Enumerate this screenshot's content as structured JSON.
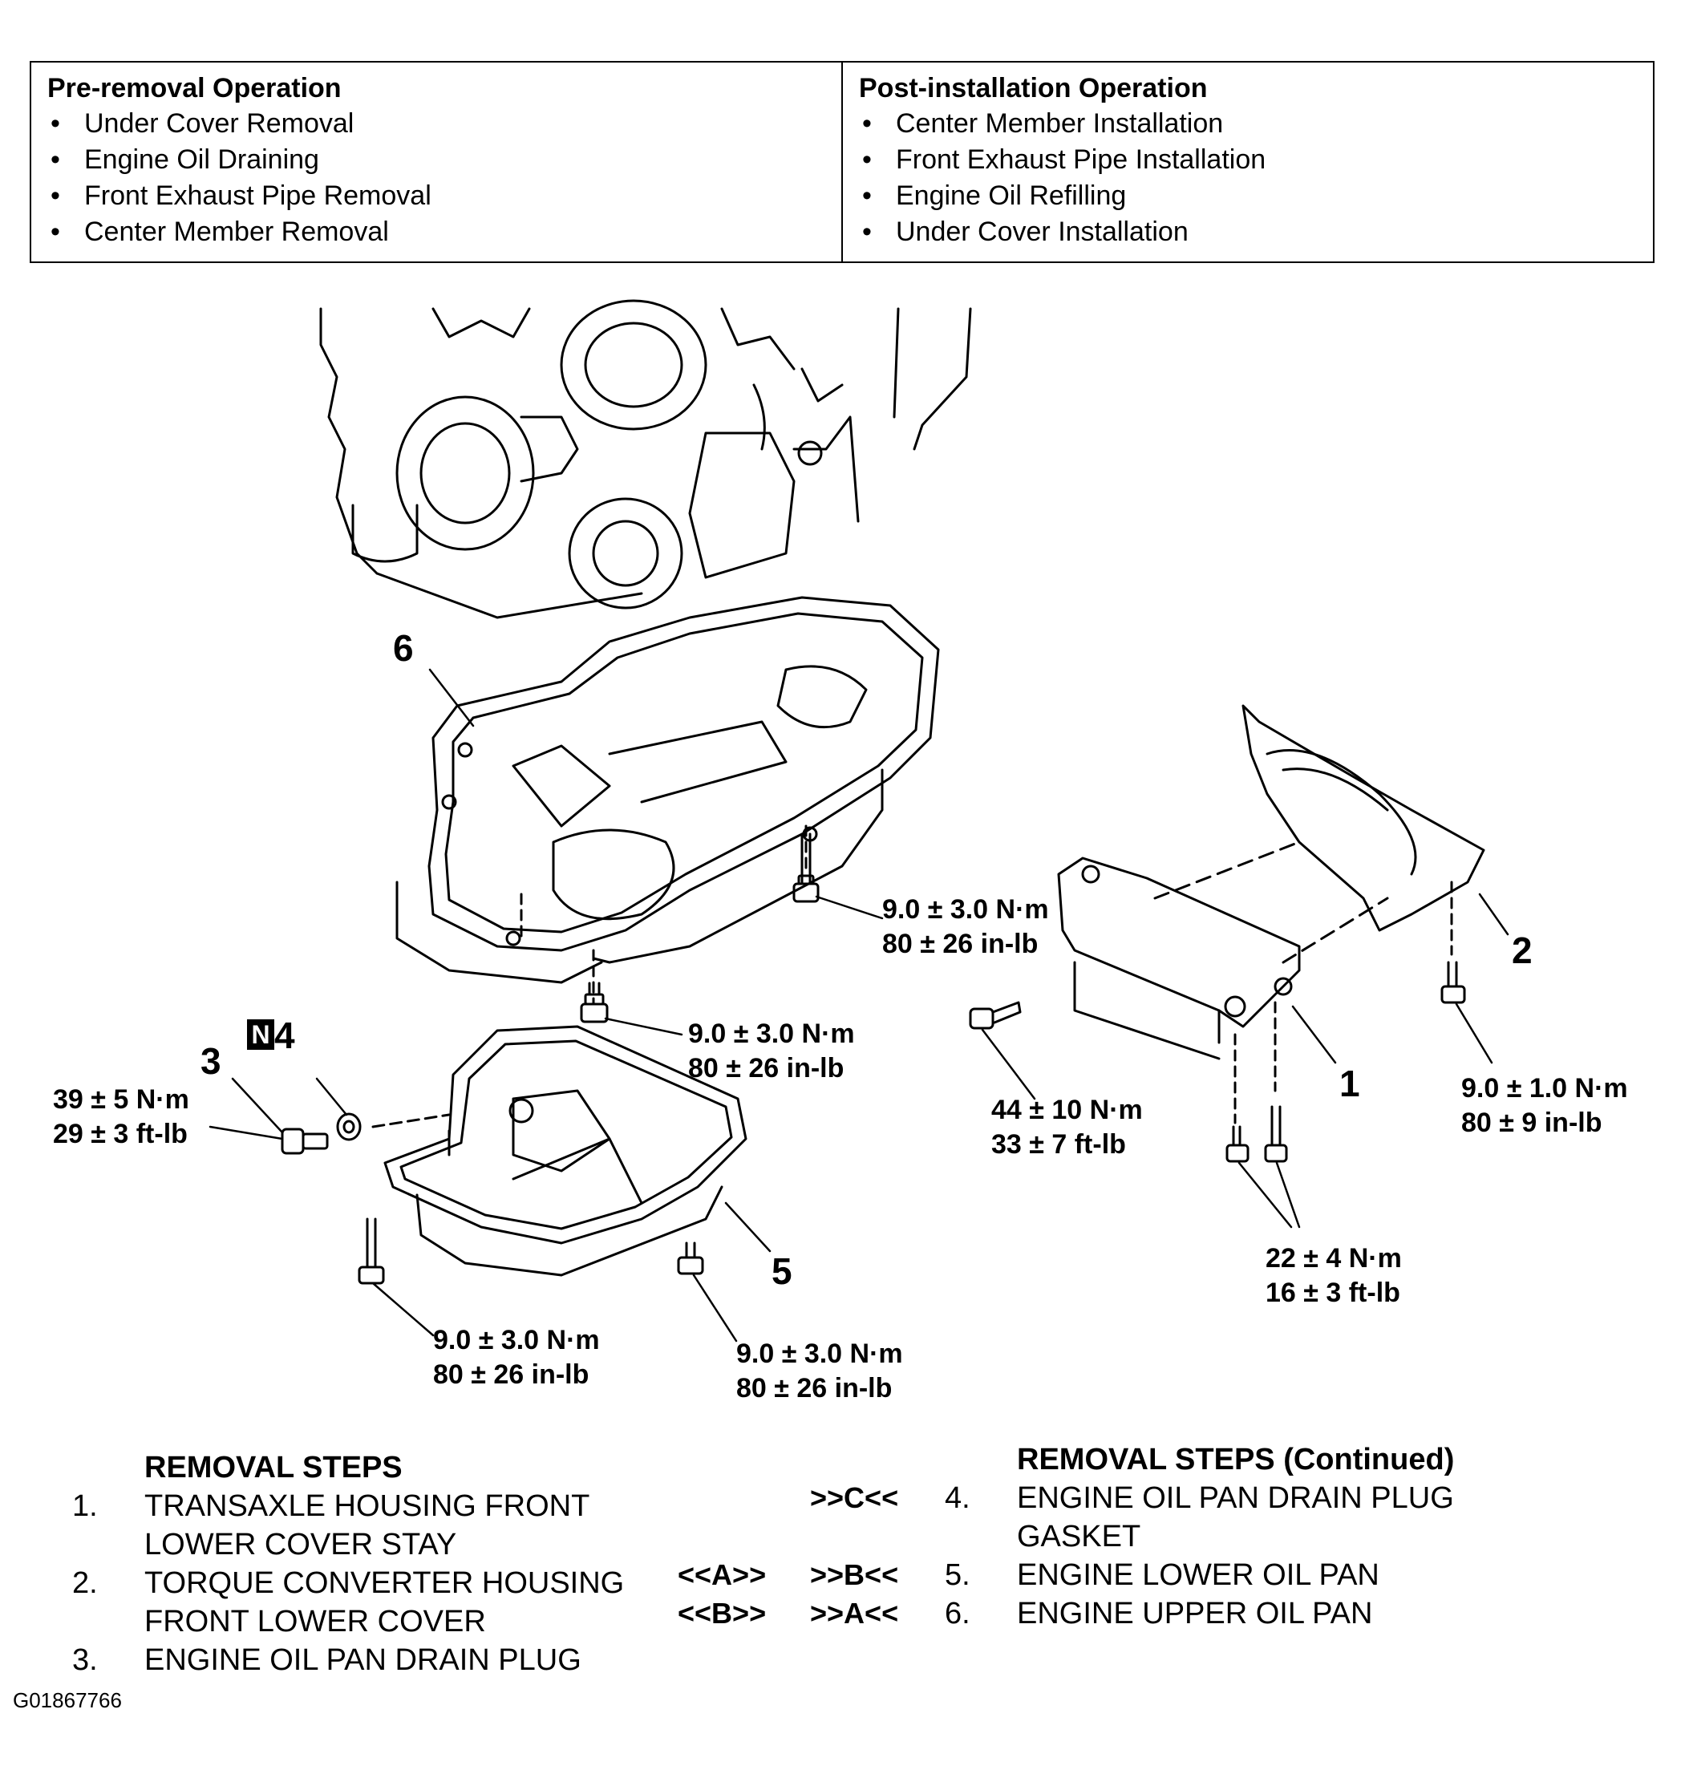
{
  "operations": {
    "pre_title": "Pre-removal Operation",
    "pre_items": [
      "Under Cover Removal",
      "Engine Oil Draining",
      "Front Exhaust Pipe Removal",
      "Center Member Removal"
    ],
    "post_title": "Post-installation Operation",
    "post_items": [
      "Center Member Installation",
      "Front Exhaust Pipe Installation",
      "Engine Oil Refilling",
      "Under Cover Installation"
    ]
  },
  "callouts": {
    "c1": "1",
    "c2": "2",
    "c3": "3",
    "c4_tag": "N",
    "c4": "4",
    "c5": "5",
    "c6": "6"
  },
  "torques": {
    "upper_pan_right": [
      "9.0 ± 3.0 N·m",
      "80 ± 26 in-lb"
    ],
    "upper_pan_bottom": [
      "9.0 ± 3.0 N·m",
      "80 ± 26 in-lb"
    ],
    "drain_plug": [
      "39 ± 5 N·m",
      "29 ± 3 ft-lb"
    ],
    "lower_pan_left": [
      "9.0 ± 3.0 N·m",
      "80 ± 26 in-lb"
    ],
    "lower_pan_right": [
      "9.0 ± 3.0 N·m",
      "80 ± 26 in-lb"
    ],
    "stay_bolt": [
      "44 ± 10 N·m",
      "33 ± 7 ft-lb"
    ],
    "stay_lower_bolts": [
      "22 ± 4 N·m",
      "16 ± 3 ft-lb"
    ],
    "cover_bolt": [
      "9.0 ± 1.0 N·m",
      "80 ± 9 in-lb"
    ]
  },
  "steps": {
    "title_left": "REMOVAL STEPS",
    "title_right": "REMOVAL STEPS (Continued)",
    "left": [
      {
        "num": "1.",
        "lines": [
          "TRANSAXLE HOUSING FRONT",
          "LOWER COVER STAY"
        ]
      },
      {
        "num": "2.",
        "lines": [
          "TORQUE CONVERTER HOUSING",
          "FRONT LOWER COVER"
        ]
      },
      {
        "num": "3.",
        "lines": [
          "ENGINE OIL PAN DRAIN PLUG"
        ]
      }
    ],
    "right": [
      {
        "num": "4.",
        "marker": ">>C<<",
        "lines": [
          "ENGINE OIL PAN DRAIN PLUG",
          "GASKET"
        ]
      },
      {
        "num": "5.",
        "pre": "<<A>>",
        "marker": ">>B<<",
        "lines": [
          "ENGINE LOWER OIL PAN"
        ]
      },
      {
        "num": "6.",
        "pre": "<<B>>",
        "marker": ">>A<<",
        "lines": [
          "ENGINE UPPER OIL PAN"
        ]
      }
    ]
  },
  "figure_id": "G01867766"
}
